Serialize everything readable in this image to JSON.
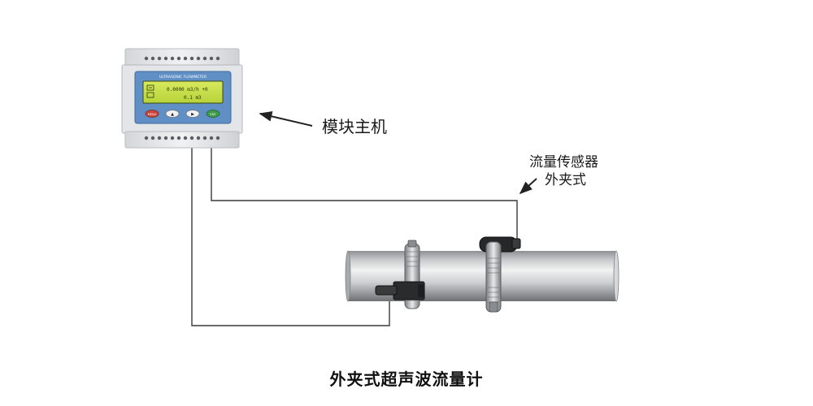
{
  "device": {
    "brand_text": "ULTRASONIC FLOWMETER",
    "lcd_line1": "0.0000 m3/h +0",
    "lcd_line2": "0.1 m3",
    "buttons": [
      "MENU",
      "▲",
      "▶",
      "ENT"
    ]
  },
  "labels": {
    "host": "模块主机",
    "sensor_line1": "流量传感器",
    "sensor_line2": "外夹式"
  },
  "caption": "外夹式超声波流量计",
  "colors": {
    "lcd_background": "#c9e04a",
    "device_body": "#e6e8ea",
    "device_panel": "#5f8fc4",
    "pipe": "#b8b9bb",
    "wire": "#333333"
  }
}
